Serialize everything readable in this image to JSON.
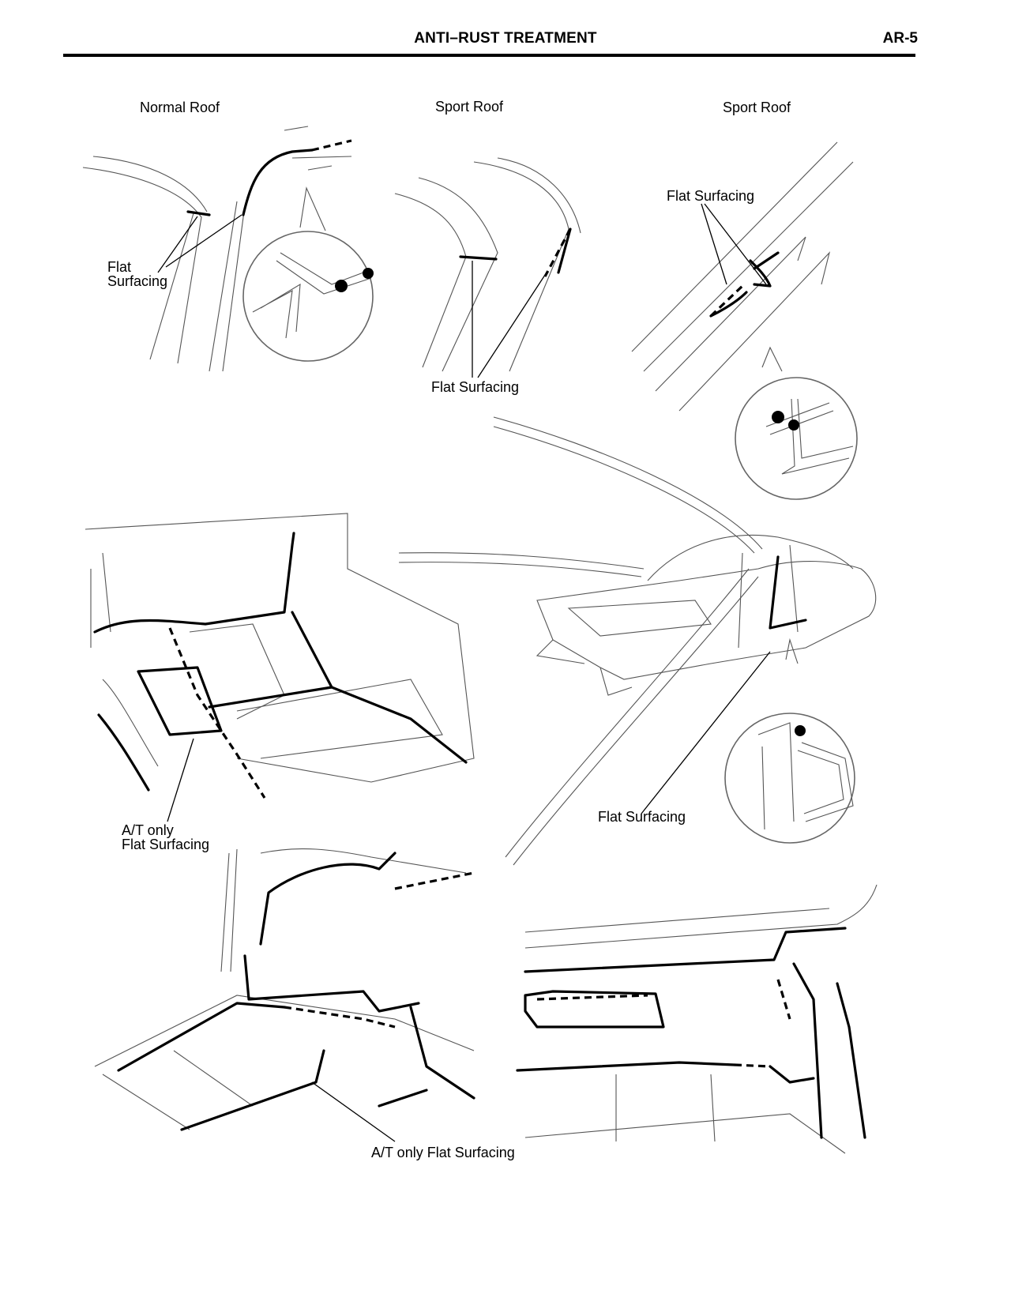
{
  "header": {
    "title": "ANTI–RUST TREATMENT",
    "code": "AR-5"
  },
  "labels": {
    "normal_roof": "Normal Roof",
    "sport_roof_1": "Sport Roof",
    "sport_roof_2": "Sport Roof",
    "flat_1_line1": "Flat",
    "flat_1_line2": "Surfacing",
    "flat_surfacing_a": "Flat Surfacing",
    "flat_surfacing_b": "Flat Surfacing",
    "flat_surfacing_c": "Flat Surfacing",
    "at_only_line1": "A/T only",
    "at_only_line2": "Flat Surfacing",
    "at_only_flat": "A/T only Flat Surfacing"
  }
}
